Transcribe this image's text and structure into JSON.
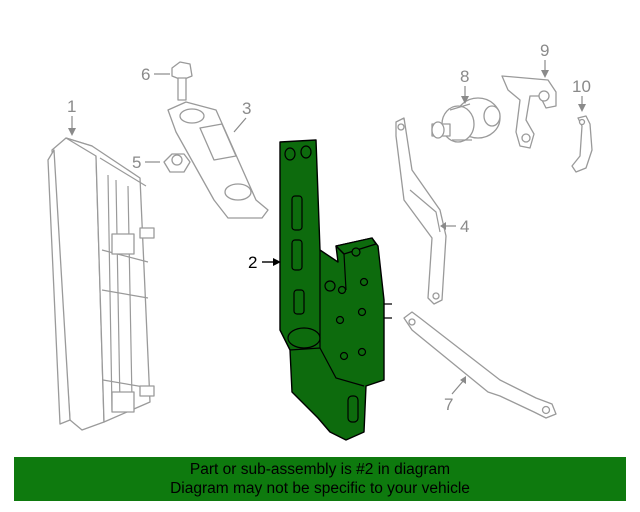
{
  "callouts": {
    "c1": "1",
    "c2": "2",
    "c3": "3",
    "c4": "4",
    "c5": "5",
    "c6": "6",
    "c7": "7",
    "c8": "8",
    "c9": "9",
    "c10": "10"
  },
  "highlight_part": "2",
  "colors": {
    "highlight": "#0d6b0d",
    "banner": "#0e7a0e",
    "line_art": "#9a9a9a"
  },
  "banner": {
    "line1": "Part or sub-assembly is #2 in diagram",
    "line2": "Diagram may not be specific to your vehicle"
  }
}
